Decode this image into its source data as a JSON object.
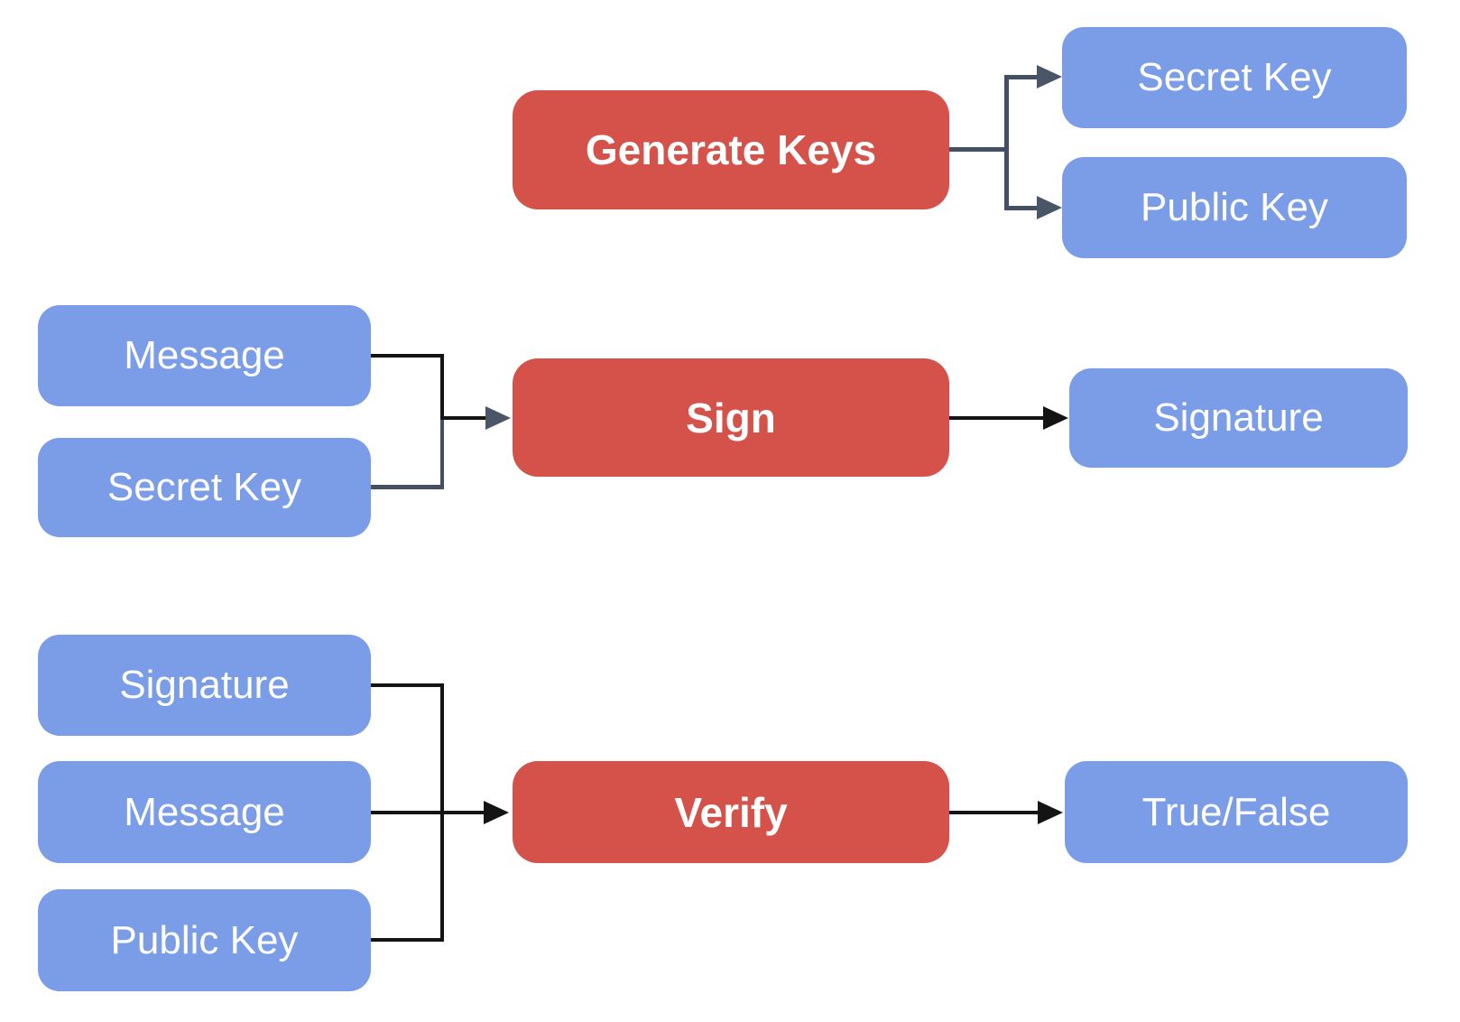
{
  "diagram": {
    "subject": "digital-signature-flow",
    "nodes": {
      "generate_keys": {
        "label": "Generate Keys",
        "kind": "process"
      },
      "secret_key_out": {
        "label": "Secret Key",
        "kind": "data"
      },
      "public_key_out": {
        "label": "Public Key",
        "kind": "data"
      },
      "message_sign": {
        "label": "Message",
        "kind": "data"
      },
      "secret_key_sign": {
        "label": "Secret Key",
        "kind": "data"
      },
      "sign": {
        "label": "Sign",
        "kind": "process"
      },
      "signature_out": {
        "label": "Signature",
        "kind": "data"
      },
      "signature_verify": {
        "label": "Signature",
        "kind": "data"
      },
      "message_verify": {
        "label": "Message",
        "kind": "data"
      },
      "public_key_verify": {
        "label": "Public Key",
        "kind": "data"
      },
      "verify": {
        "label": "Verify",
        "kind": "process"
      },
      "true_false": {
        "label": "True/False",
        "kind": "data"
      }
    },
    "edges": [
      {
        "from": "generate_keys",
        "to": "secret_key_out"
      },
      {
        "from": "generate_keys",
        "to": "public_key_out"
      },
      {
        "from": "message_sign",
        "to": "sign"
      },
      {
        "from": "secret_key_sign",
        "to": "sign"
      },
      {
        "from": "sign",
        "to": "signature_out"
      },
      {
        "from": "signature_verify",
        "to": "verify"
      },
      {
        "from": "message_verify",
        "to": "verify"
      },
      {
        "from": "public_key_verify",
        "to": "verify"
      },
      {
        "from": "verify",
        "to": "true_false"
      }
    ],
    "colors": {
      "process_fill": "#d5524a",
      "data_fill": "#7b9de8",
      "connector_slate": "#454f63",
      "connector_black": "#141414",
      "label_text": "#ffffff",
      "background": "#ffffff"
    }
  }
}
